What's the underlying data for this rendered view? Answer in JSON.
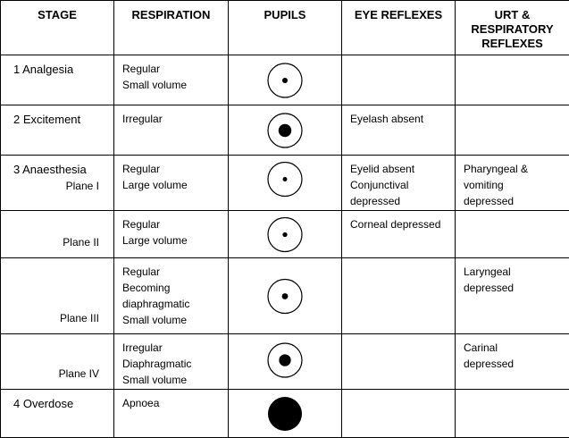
{
  "headers": {
    "stage": "STAGE",
    "respiration": "RESPIRATION",
    "pupils": "PUPILS",
    "eye": "EYE REFLEXES",
    "urt": [
      "URT &",
      "RESPIRATORY",
      "REFLEXES"
    ]
  },
  "rows": [
    {
      "stage": "1  Analgesia",
      "plane": "",
      "respiration": [
        "Regular",
        "Small volume"
      ],
      "pupil": {
        "pupil_size": 0.16
      },
      "eye": [],
      "urt": []
    },
    {
      "stage": "2  Excitement",
      "plane": "",
      "respiration": [
        "Irregular"
      ],
      "pupil": {
        "pupil_size": 0.38
      },
      "eye": [
        "Eyelash absent"
      ],
      "urt": []
    },
    {
      "stage": "3  Anaesthesia",
      "plane": "Plane I",
      "respiration": [
        "Regular",
        "Large volume"
      ],
      "pupil": {
        "pupil_size": 0.08
      },
      "eye": [
        "Eyelid absent",
        "Conjunctival",
        "depressed"
      ],
      "urt": [
        "Pharyngeal &",
        "vomiting",
        "depressed"
      ]
    },
    {
      "stage": "",
      "plane": "Plane II",
      "respiration": [
        "Regular",
        "Large volume"
      ],
      "pupil": {
        "pupil_size": 0.14
      },
      "eye": [
        "Corneal depressed"
      ],
      "urt": []
    },
    {
      "stage": "",
      "plane": "Plane III",
      "respiration": [
        "Regular",
        "Becoming",
        "diaphragmatic",
        "Small volume"
      ],
      "pupil": {
        "pupil_size": 0.18
      },
      "eye": [],
      "urt": [
        "Laryngeal",
        "depressed"
      ]
    },
    {
      "stage": "",
      "plane": "Plane IV",
      "respiration": [
        "Irregular",
        "Diaphragmatic",
        "Small volume"
      ],
      "pupil": {
        "pupil_size": 0.35
      },
      "eye": [],
      "urt": [
        "Carinal",
        "depressed"
      ]
    },
    {
      "stage": "4  Overdose",
      "plane": "",
      "respiration": [
        "Apnoea"
      ],
      "pupil": {
        "pupil_size": 1.0
      },
      "eye": [],
      "urt": []
    }
  ]
}
